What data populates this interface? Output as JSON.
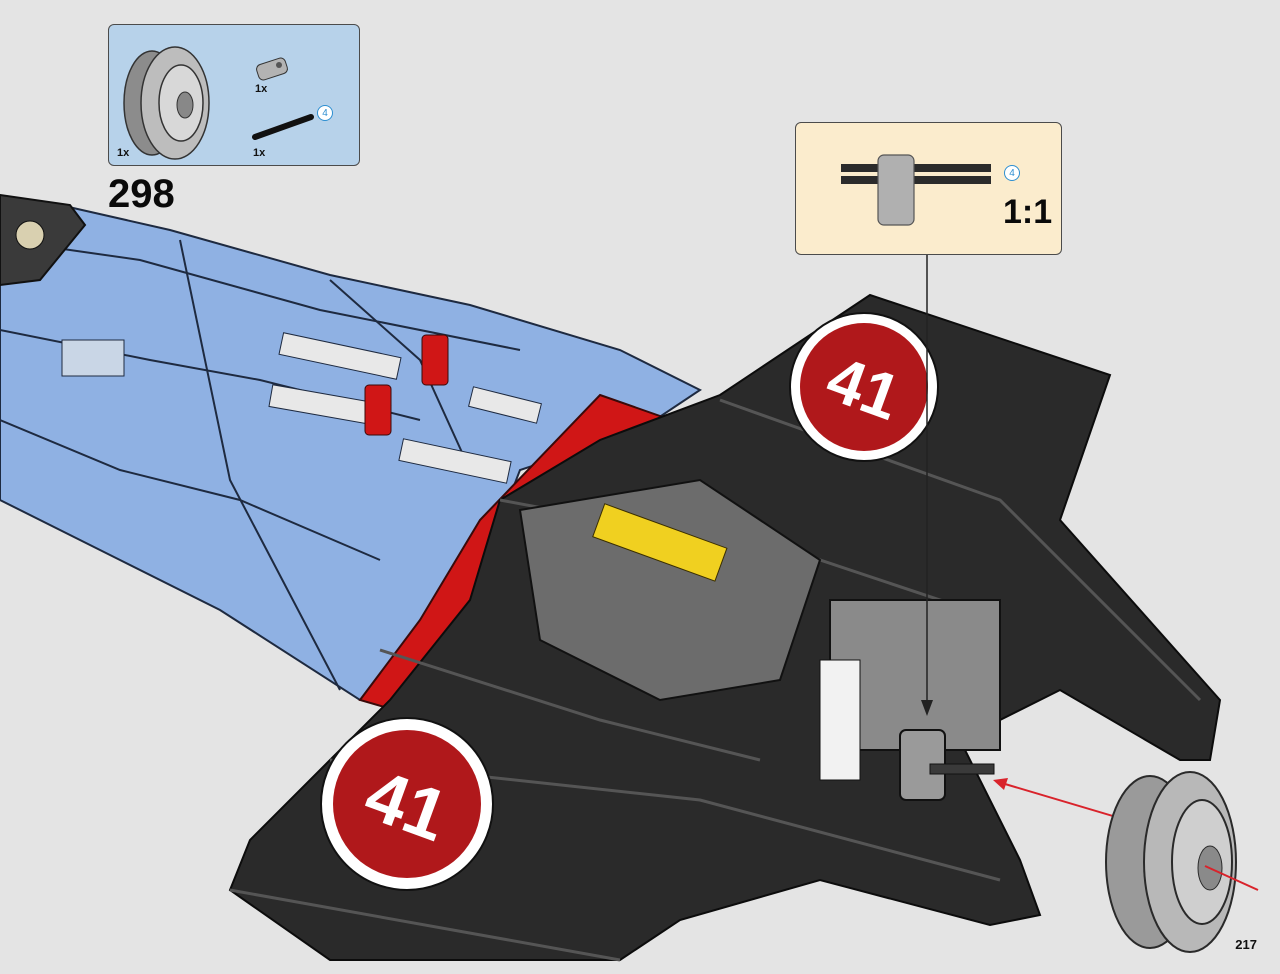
{
  "parts_callout": {
    "items": [
      {
        "name": "rim-icon",
        "qty": "1x"
      },
      {
        "name": "connector-icon",
        "qty": "1x"
      },
      {
        "name": "axle-icon",
        "qty": "1x",
        "length": "4"
      }
    ]
  },
  "step": {
    "number": "298"
  },
  "scale_callout": {
    "axle_length": "4",
    "scale": "1:1"
  },
  "page": {
    "number": "217"
  },
  "colors": {
    "parts_box": "#b7d2ea",
    "scale_box": "#fbeccd",
    "body_blue": "#8fb1e3",
    "frame_black": "#2a2a2a",
    "accent_red": "#d01616",
    "arrow_red": "#d9232b"
  }
}
